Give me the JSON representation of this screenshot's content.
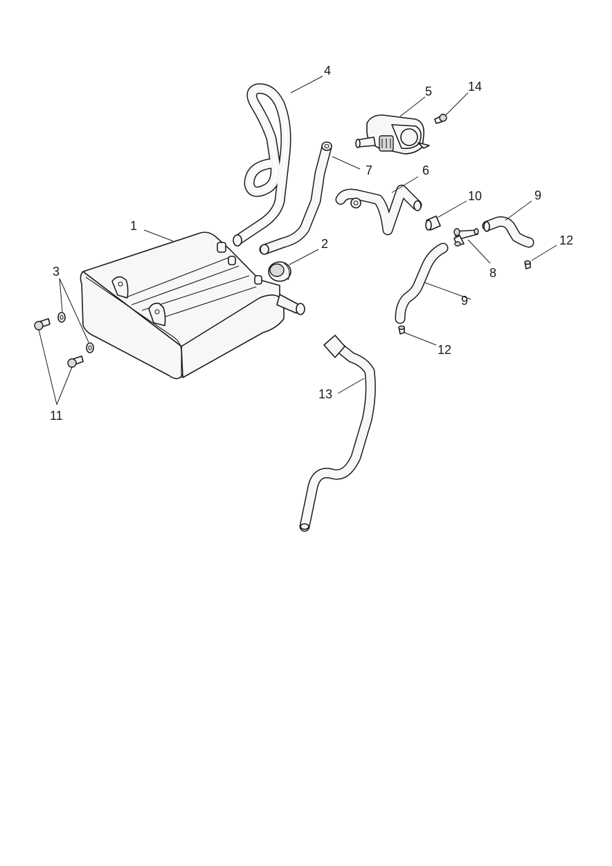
{
  "callouts": {
    "c1": "1",
    "c2": "2",
    "c3": "3",
    "c4": "4",
    "c5": "5",
    "c6": "6",
    "c7": "7",
    "c8": "8",
    "c9a": "9",
    "c9b": "9",
    "c10": "10",
    "c11": "11",
    "c12a": "12",
    "c12b": "12",
    "c13": "13",
    "c14": "14"
  }
}
